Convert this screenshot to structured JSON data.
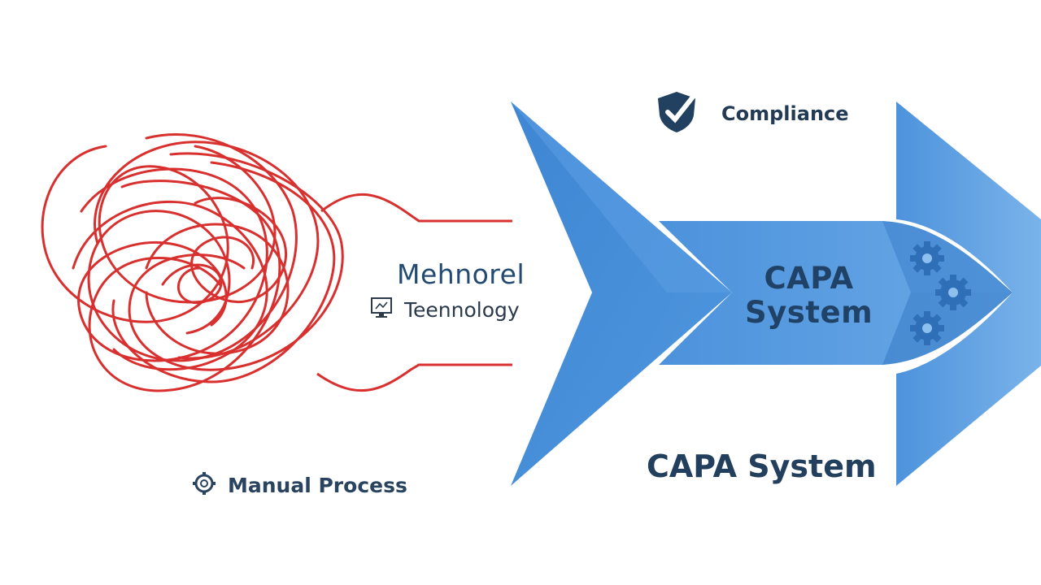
{
  "labels": {
    "middle_title": "Me⁠hnorel",
    "technology": "Teennology",
    "capa_inner_line1": "CAPA",
    "capa_inner_line2": "System",
    "compliance": "Compliance",
    "manual_process": "Manual Process",
    "capa_bottom": "CAPA System"
  },
  "icons": {
    "compliance": "shield-check-icon",
    "technology": "monitor-icon",
    "manual_process": "gear-icon",
    "capa_system": "gears-icon"
  },
  "colors": {
    "tangle_red": "#d8302e",
    "arrow_blue": "#4a90d9",
    "arrow_blue_dark": "#3579c4",
    "band_blue": "#5aa0e2",
    "text_navy": "#234a73"
  }
}
